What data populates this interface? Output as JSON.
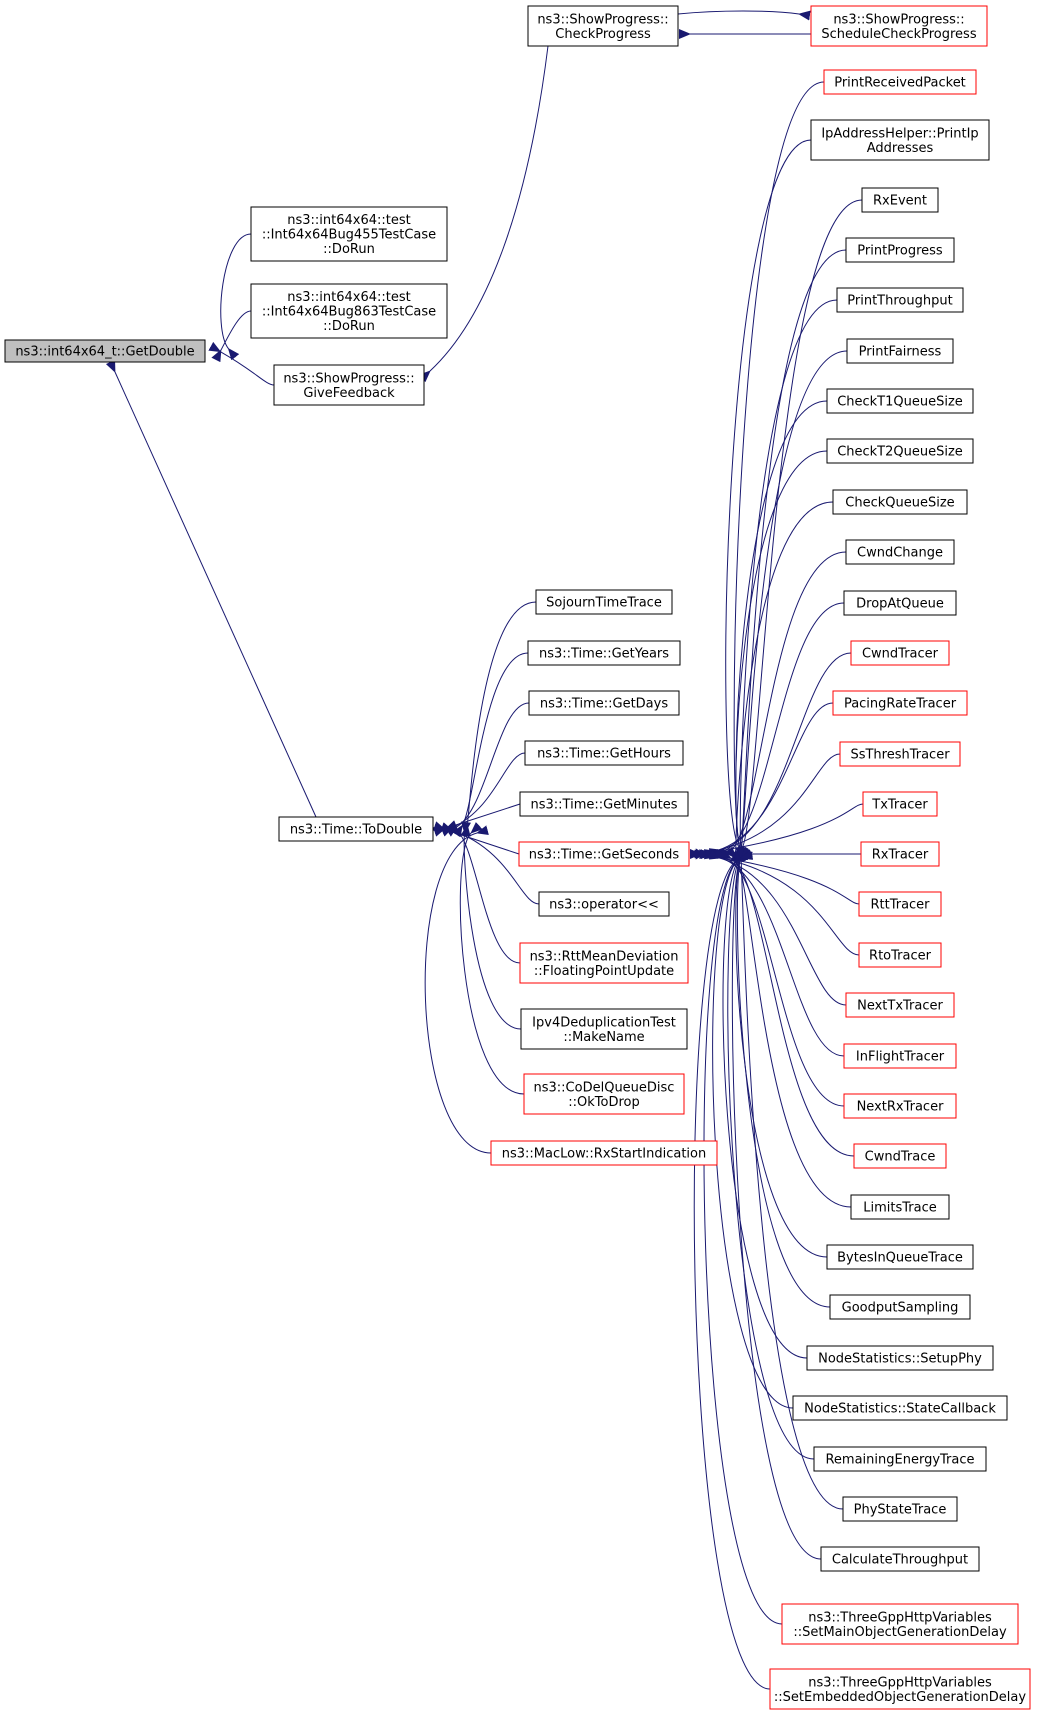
{
  "colors": {
    "edge": "#191970",
    "border_normal": "#000000",
    "border_red": "#ff0000",
    "root_fill": "#bfbfbf",
    "node_fill": "#ffffff"
  },
  "nodes": {
    "root": {
      "lines": [
        "ns3::int64x64_t::GetDouble"
      ],
      "style": "root"
    },
    "bug455": {
      "lines": [
        "ns3::int64x64::test",
        "::Int64x64Bug455TestCase",
        "::DoRun"
      ],
      "style": "normal"
    },
    "bug863": {
      "lines": [
        "ns3::int64x64::test",
        "::Int64x64Bug863TestCase",
        "::DoRun"
      ],
      "style": "normal"
    },
    "givefb": {
      "lines": [
        "ns3::ShowProgress::",
        "GiveFeedback"
      ],
      "style": "normal"
    },
    "checkprog": {
      "lines": [
        "ns3::ShowProgress::",
        "CheckProgress"
      ],
      "style": "normal"
    },
    "schedcheck": {
      "lines": [
        "ns3::ShowProgress::",
        "ScheduleCheckProgress"
      ],
      "style": "red"
    },
    "todouble": {
      "lines": [
        "ns3::Time::ToDouble"
      ],
      "style": "normal"
    },
    "sojourn": {
      "lines": [
        "SojournTimeTrace"
      ],
      "style": "normal"
    },
    "getyears": {
      "lines": [
        "ns3::Time::GetYears"
      ],
      "style": "normal"
    },
    "getdays": {
      "lines": [
        "ns3::Time::GetDays"
      ],
      "style": "normal"
    },
    "gethours": {
      "lines": [
        "ns3::Time::GetHours"
      ],
      "style": "normal"
    },
    "getminutes": {
      "lines": [
        "ns3::Time::GetMinutes"
      ],
      "style": "normal"
    },
    "getseconds": {
      "lines": [
        "ns3::Time::GetSeconds"
      ],
      "style": "red"
    },
    "operator": {
      "lines": [
        "ns3::operator<<"
      ],
      "style": "normal"
    },
    "rttmean": {
      "lines": [
        "ns3::RttMeanDeviation",
        "::FloatingPointUpdate"
      ],
      "style": "red"
    },
    "ipv4dedup": {
      "lines": [
        "Ipv4DeduplicationTest",
        "::MakeName"
      ],
      "style": "normal"
    },
    "codel": {
      "lines": [
        "ns3::CoDelQueueDisc",
        "::OkToDrop"
      ],
      "style": "red"
    },
    "maclow": {
      "lines": [
        "ns3::MacLow::RxStartIndication"
      ],
      "style": "red"
    },
    "r_printrx": {
      "lines": [
        "PrintReceivedPacket"
      ],
      "style": "red"
    },
    "r_ipaddr": {
      "lines": [
        "IpAddressHelper::PrintIp",
        "Addresses"
      ],
      "style": "normal"
    },
    "r_rxevent": {
      "lines": [
        "RxEvent"
      ],
      "style": "normal"
    },
    "r_printprog": {
      "lines": [
        "PrintProgress"
      ],
      "style": "normal"
    },
    "r_printthr": {
      "lines": [
        "PrintThroughput"
      ],
      "style": "normal"
    },
    "r_printfair": {
      "lines": [
        "PrintFairness"
      ],
      "style": "normal"
    },
    "r_t1": {
      "lines": [
        "CheckT1QueueSize"
      ],
      "style": "normal"
    },
    "r_t2": {
      "lines": [
        "CheckT2QueueSize"
      ],
      "style": "normal"
    },
    "r_cqs": {
      "lines": [
        "CheckQueueSize"
      ],
      "style": "normal"
    },
    "r_cwndchange": {
      "lines": [
        "CwndChange"
      ],
      "style": "normal"
    },
    "r_dropq": {
      "lines": [
        "DropAtQueue"
      ],
      "style": "normal"
    },
    "r_cwndtracer": {
      "lines": [
        "CwndTracer"
      ],
      "style": "red"
    },
    "r_pacing": {
      "lines": [
        "PacingRateTracer"
      ],
      "style": "red"
    },
    "r_ssthresh": {
      "lines": [
        "SsThreshTracer"
      ],
      "style": "red"
    },
    "r_tx": {
      "lines": [
        "TxTracer"
      ],
      "style": "red"
    },
    "r_rx": {
      "lines": [
        "RxTracer"
      ],
      "style": "red"
    },
    "r_rtt": {
      "lines": [
        "RttTracer"
      ],
      "style": "red"
    },
    "r_rto": {
      "lines": [
        "RtoTracer"
      ],
      "style": "red"
    },
    "r_nexttx": {
      "lines": [
        "NextTxTracer"
      ],
      "style": "red"
    },
    "r_inflight": {
      "lines": [
        "InFlightTracer"
      ],
      "style": "red"
    },
    "r_nextrx": {
      "lines": [
        "NextRxTracer"
      ],
      "style": "red"
    },
    "r_cwndtrace": {
      "lines": [
        "CwndTrace"
      ],
      "style": "red"
    },
    "r_limits": {
      "lines": [
        "LimitsTrace"
      ],
      "style": "normal"
    },
    "r_bytesinq": {
      "lines": [
        "BytesInQueueTrace"
      ],
      "style": "normal"
    },
    "r_goodput": {
      "lines": [
        "GoodputSampling"
      ],
      "style": "normal"
    },
    "r_setupphy": {
      "lines": [
        "NodeStatistics::SetupPhy"
      ],
      "style": "normal"
    },
    "r_statecb": {
      "lines": [
        "NodeStatistics::StateCallback"
      ],
      "style": "normal"
    },
    "r_remen": {
      "lines": [
        "RemainingEnergyTrace"
      ],
      "style": "normal"
    },
    "r_phystate": {
      "lines": [
        "PhyStateTrace"
      ],
      "style": "normal"
    },
    "r_calcthr": {
      "lines": [
        "CalculateThroughput"
      ],
      "style": "normal"
    },
    "r_setmain": {
      "lines": [
        "ns3::ThreeGppHttpVariables",
        "::SetMainObjectGenerationDelay"
      ],
      "style": "red"
    },
    "r_setemb": {
      "lines": [
        "ns3::ThreeGppHttpVariables",
        "::SetEmbeddedObjectGenerationDelay"
      ],
      "style": "red"
    }
  },
  "edges": [
    {
      "from": "bug455",
      "to": "root"
    },
    {
      "from": "bug863",
      "to": "root"
    },
    {
      "from": "givefb",
      "to": "root"
    },
    {
      "from": "todouble",
      "to": "root"
    },
    {
      "from": "checkprog",
      "to": "givefb"
    },
    {
      "from": "schedcheck",
      "to": "checkprog"
    },
    {
      "from": "checkprog",
      "to": "schedcheck"
    },
    {
      "from": "sojourn",
      "to": "todouble"
    },
    {
      "from": "getyears",
      "to": "todouble"
    },
    {
      "from": "getdays",
      "to": "todouble"
    },
    {
      "from": "gethours",
      "to": "todouble"
    },
    {
      "from": "getminutes",
      "to": "todouble"
    },
    {
      "from": "getseconds",
      "to": "todouble"
    },
    {
      "from": "operator",
      "to": "todouble"
    },
    {
      "from": "rttmean",
      "to": "todouble"
    },
    {
      "from": "ipv4dedup",
      "to": "todouble"
    },
    {
      "from": "codel",
      "to": "todouble"
    },
    {
      "from": "maclow",
      "to": "todouble"
    },
    {
      "from": "r_printrx",
      "to": "getseconds"
    },
    {
      "from": "r_ipaddr",
      "to": "getseconds"
    },
    {
      "from": "r_rxevent",
      "to": "getseconds"
    },
    {
      "from": "r_printprog",
      "to": "getseconds"
    },
    {
      "from": "r_printthr",
      "to": "getseconds"
    },
    {
      "from": "r_printfair",
      "to": "getseconds"
    },
    {
      "from": "r_t1",
      "to": "getseconds"
    },
    {
      "from": "r_t2",
      "to": "getseconds"
    },
    {
      "from": "r_cqs",
      "to": "getseconds"
    },
    {
      "from": "r_cwndchange",
      "to": "getseconds"
    },
    {
      "from": "r_dropq",
      "to": "getseconds"
    },
    {
      "from": "r_cwndtracer",
      "to": "getseconds"
    },
    {
      "from": "r_pacing",
      "to": "getseconds"
    },
    {
      "from": "r_ssthresh",
      "to": "getseconds"
    },
    {
      "from": "r_tx",
      "to": "getseconds"
    },
    {
      "from": "r_rx",
      "to": "getseconds"
    },
    {
      "from": "r_rtt",
      "to": "getseconds"
    },
    {
      "from": "r_rto",
      "to": "getseconds"
    },
    {
      "from": "r_nexttx",
      "to": "getseconds"
    },
    {
      "from": "r_inflight",
      "to": "getseconds"
    },
    {
      "from": "r_nextrx",
      "to": "getseconds"
    },
    {
      "from": "r_cwndtrace",
      "to": "getseconds"
    },
    {
      "from": "r_limits",
      "to": "getseconds"
    },
    {
      "from": "r_bytesinq",
      "to": "getseconds"
    },
    {
      "from": "r_goodput",
      "to": "getseconds"
    },
    {
      "from": "r_setupphy",
      "to": "getseconds"
    },
    {
      "from": "r_statecb",
      "to": "getseconds"
    },
    {
      "from": "r_remen",
      "to": "getseconds"
    },
    {
      "from": "r_phystate",
      "to": "getseconds"
    },
    {
      "from": "r_calcthr",
      "to": "getseconds"
    },
    {
      "from": "r_setmain",
      "to": "getseconds"
    },
    {
      "from": "r_setemb",
      "to": "getseconds"
    }
  ]
}
